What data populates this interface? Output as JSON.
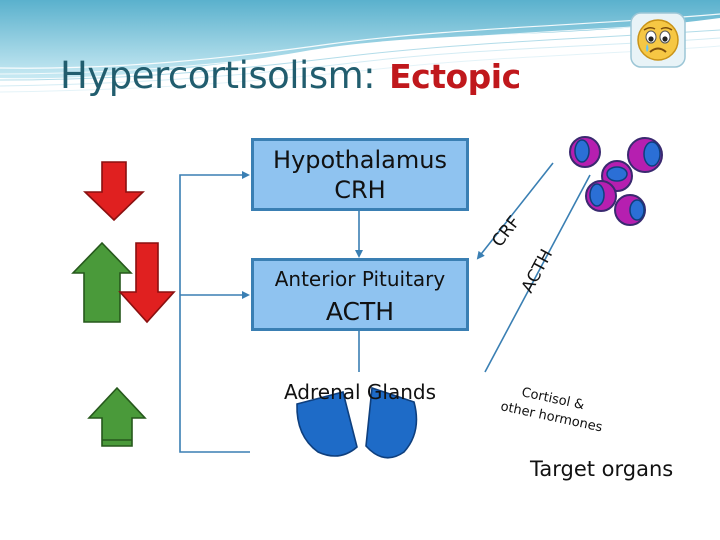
{
  "slide": {
    "title": "Hypercortisolism:",
    "title_accent": "Ectopic"
  },
  "boxes": {
    "hypothalamus": {
      "line1": "Hypothalamus",
      "line2": "CRH"
    },
    "pituitary": {
      "line1": "Anterior Pituitary",
      "line2": "ACTH"
    },
    "adrenal": {
      "label": "Adrenal Glands"
    }
  },
  "arrow_labels": {
    "crf": "CRF",
    "acth": "ACTH",
    "cortisol_line1": "Cortisol &",
    "cortisol_line2": "other hormones"
  },
  "target": "Target organs",
  "colors": {
    "box_fill": "#8fc3f0",
    "box_border": "#3a7fb3",
    "up_arrow": "#4a9a3a",
    "down_arrow": "#e02020",
    "cells": "#b61fb0",
    "title": "#215d6e",
    "accent": "#c0181c"
  },
  "icons": [
    "sad-face-icon",
    "red-down-arrow-icon",
    "green-up-arrow-icon",
    "tumor-cell-icon"
  ]
}
